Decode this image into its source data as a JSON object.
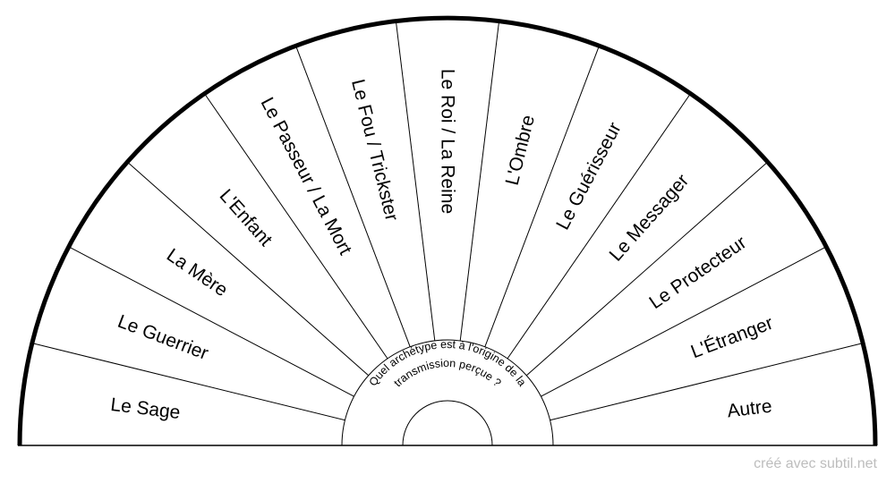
{
  "pendulum": {
    "question_line_1": "Quel archétype est à l'origine de la",
    "question_line_2": "transmission perçue ?",
    "segments": [
      "Le Sage",
      "Le Guerrier",
      "La Mère",
      "L'Enfant",
      "Le Passeur / La Mort",
      "Le Fou / Trickster",
      "Le Roi / La Reine",
      "L'Ombre",
      "Le Guérisseur",
      "Le Messager",
      "Le Protecteur",
      "L'Étranger",
      "Autre"
    ]
  },
  "footer": {
    "credit": "créé avec subtil.net"
  }
}
